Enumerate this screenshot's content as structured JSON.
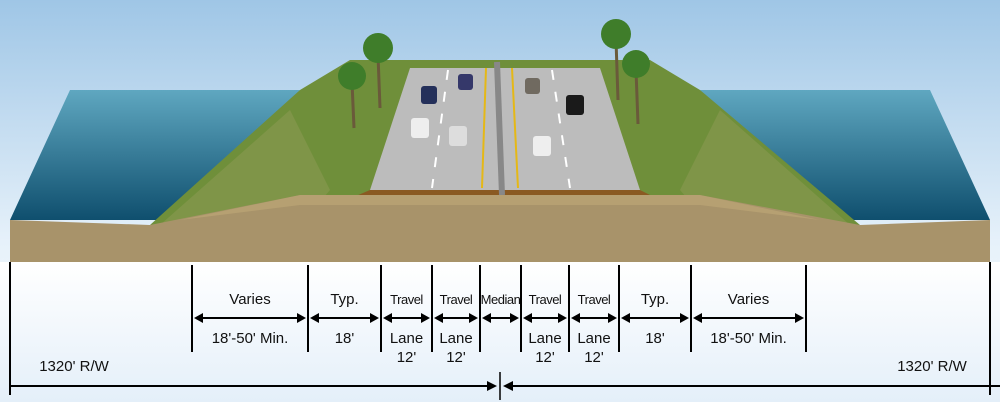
{
  "diagram": {
    "segments": [
      {
        "top": "Varies",
        "bottom": "18'-50' Min.",
        "extra": ""
      },
      {
        "top": "Typ.",
        "bottom": "18'",
        "extra": ""
      },
      {
        "top": "Travel",
        "bottom": "Lane",
        "extra": "12'"
      },
      {
        "top": "Travel",
        "bottom": "Lane",
        "extra": "12'"
      },
      {
        "top": "Median",
        "bottom": "",
        "extra": ""
      },
      {
        "top": "Travel",
        "bottom": "Lane",
        "extra": "12'"
      },
      {
        "top": "Travel",
        "bottom": "Lane",
        "extra": "12'"
      },
      {
        "top": "Typ.",
        "bottom": "18'",
        "extra": ""
      },
      {
        "top": "Varies",
        "bottom": "18'-50' Min.",
        "extra": ""
      }
    ],
    "row_left": "1320' R/W",
    "row_right": "1320' R/W"
  },
  "colors": {
    "water": "#1f6f8f",
    "grass": "#6f8f3a",
    "soil": "#a8936a",
    "road": "#b8b8b8",
    "sky": "#dfeef9"
  }
}
